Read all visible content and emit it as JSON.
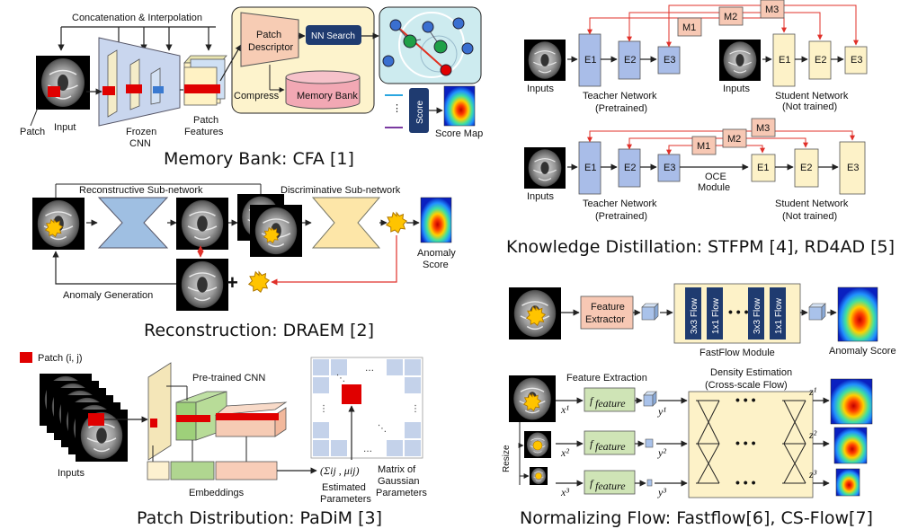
{
  "panels": {
    "cfa": {
      "caption": "Memory Bank: CFA [1]",
      "concat": "Concatenation & Interpolation",
      "patch": "Patch",
      "input": "Input",
      "frozen_cnn_1": "Frozen",
      "frozen_cnn_2": "CNN",
      "patch_features_1": "Patch",
      "patch_features_2": "Features",
      "descriptor_1": "Patch",
      "descriptor_2": "Descriptor",
      "nn_search": "NN Search",
      "compress": "Compress",
      "memory_bank": "Memory Bank",
      "score": "Score",
      "score_map": "Score Map",
      "dots": "⋮"
    },
    "draem": {
      "caption": "Reconstruction: DRAEM [2]",
      "recon": "Reconstructive Sub-network",
      "disc": "Discriminative Sub-network",
      "anomaly_score_1": "Anomaly",
      "anomaly_score_2": "Score",
      "anomaly_gen": "Anomaly Generation"
    },
    "padim": {
      "caption": "Patch Distribution: PaDiM [3]",
      "legend": "Patch (i, j)",
      "pretrained": "Pre-trained CNN",
      "inputs": "Inputs",
      "embeddings": "Embeddings",
      "params_expr": "(Σij , μij)",
      "estimated_1": "Estimated",
      "estimated_2": "Parameters",
      "matrix_1": "Matrix of",
      "matrix_2": "Gaussian",
      "matrix_3": "Parameters"
    },
    "kd": {
      "caption": "Knowledge Distillation: STFPM [4], RD4AD [5]",
      "inputs": "Inputs",
      "teacher_1": "Teacher Network",
      "teacher_2": "(Pretrained)",
      "student_1": "Student Network",
      "student_2": "(Not trained)",
      "oce_1": "OCE",
      "oce_2": "Module",
      "m_labels": [
        "M1",
        "M2",
        "M3"
      ],
      "e_labels": [
        "E1",
        "E2",
        "E3"
      ]
    },
    "flow": {
      "caption": "Normalizing Flow: Fastflow[6], CS-Flow[7]",
      "extractor_1": "Feature",
      "extractor_2": "Extractor",
      "fastflow_module": "FastFlow Module",
      "flows": [
        "3x3 Flow",
        "1x1 Flow",
        "3x3 Flow",
        "1x1 Flow"
      ],
      "anomaly_score": "Anomaly Score",
      "feature_extraction": "Feature Extraction",
      "density_1": "Density Estimation",
      "density_2": "(Cross-scale Flow)",
      "resize": "Resize",
      "f_feature": "f",
      "f_sub": "feature",
      "x_labels": [
        "x¹",
        "x²",
        "x³"
      ],
      "y_labels": [
        "y¹",
        "y²",
        "y³"
      ],
      "z_labels": [
        "z¹",
        "z²",
        "z³"
      ],
      "dots": "• • •"
    }
  }
}
